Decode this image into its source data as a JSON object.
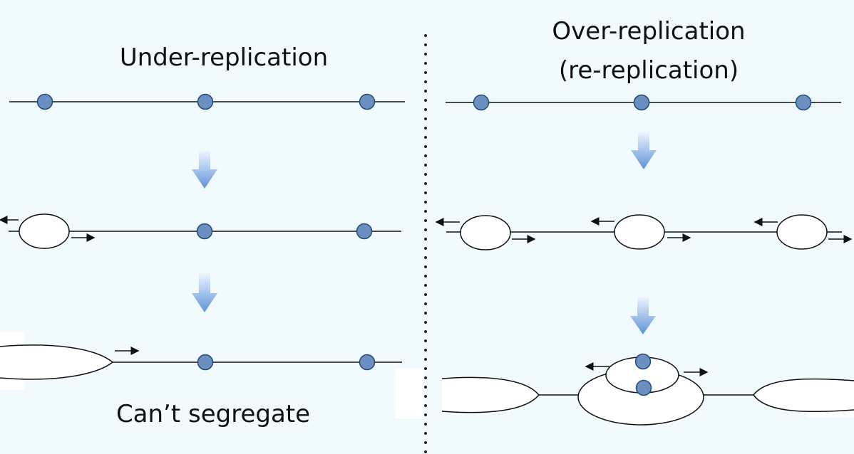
{
  "colors": {
    "background": "#f1fbfe",
    "dna_line": "#111111",
    "origin_fill": "#6b8fbe",
    "origin_stroke": "#234a7d",
    "down_arrow_top": "#eef5ff",
    "down_arrow_bottom": "#5f92d8",
    "bubble_fill": "#ffffff",
    "divider": "#222222"
  },
  "left_panel": {
    "title": "Under-replication",
    "caption": "Can’t segregate"
  },
  "right_panel": {
    "title_line_1": "Over-replication",
    "title_line_2": "(re-replication)"
  },
  "icons": {
    "origin": "circle-origin-icon",
    "down_arrow": "down-arrow-icon",
    "fork_arrow": "fork-direction-arrow-icon",
    "replication_bubble": "replication-bubble-icon"
  }
}
